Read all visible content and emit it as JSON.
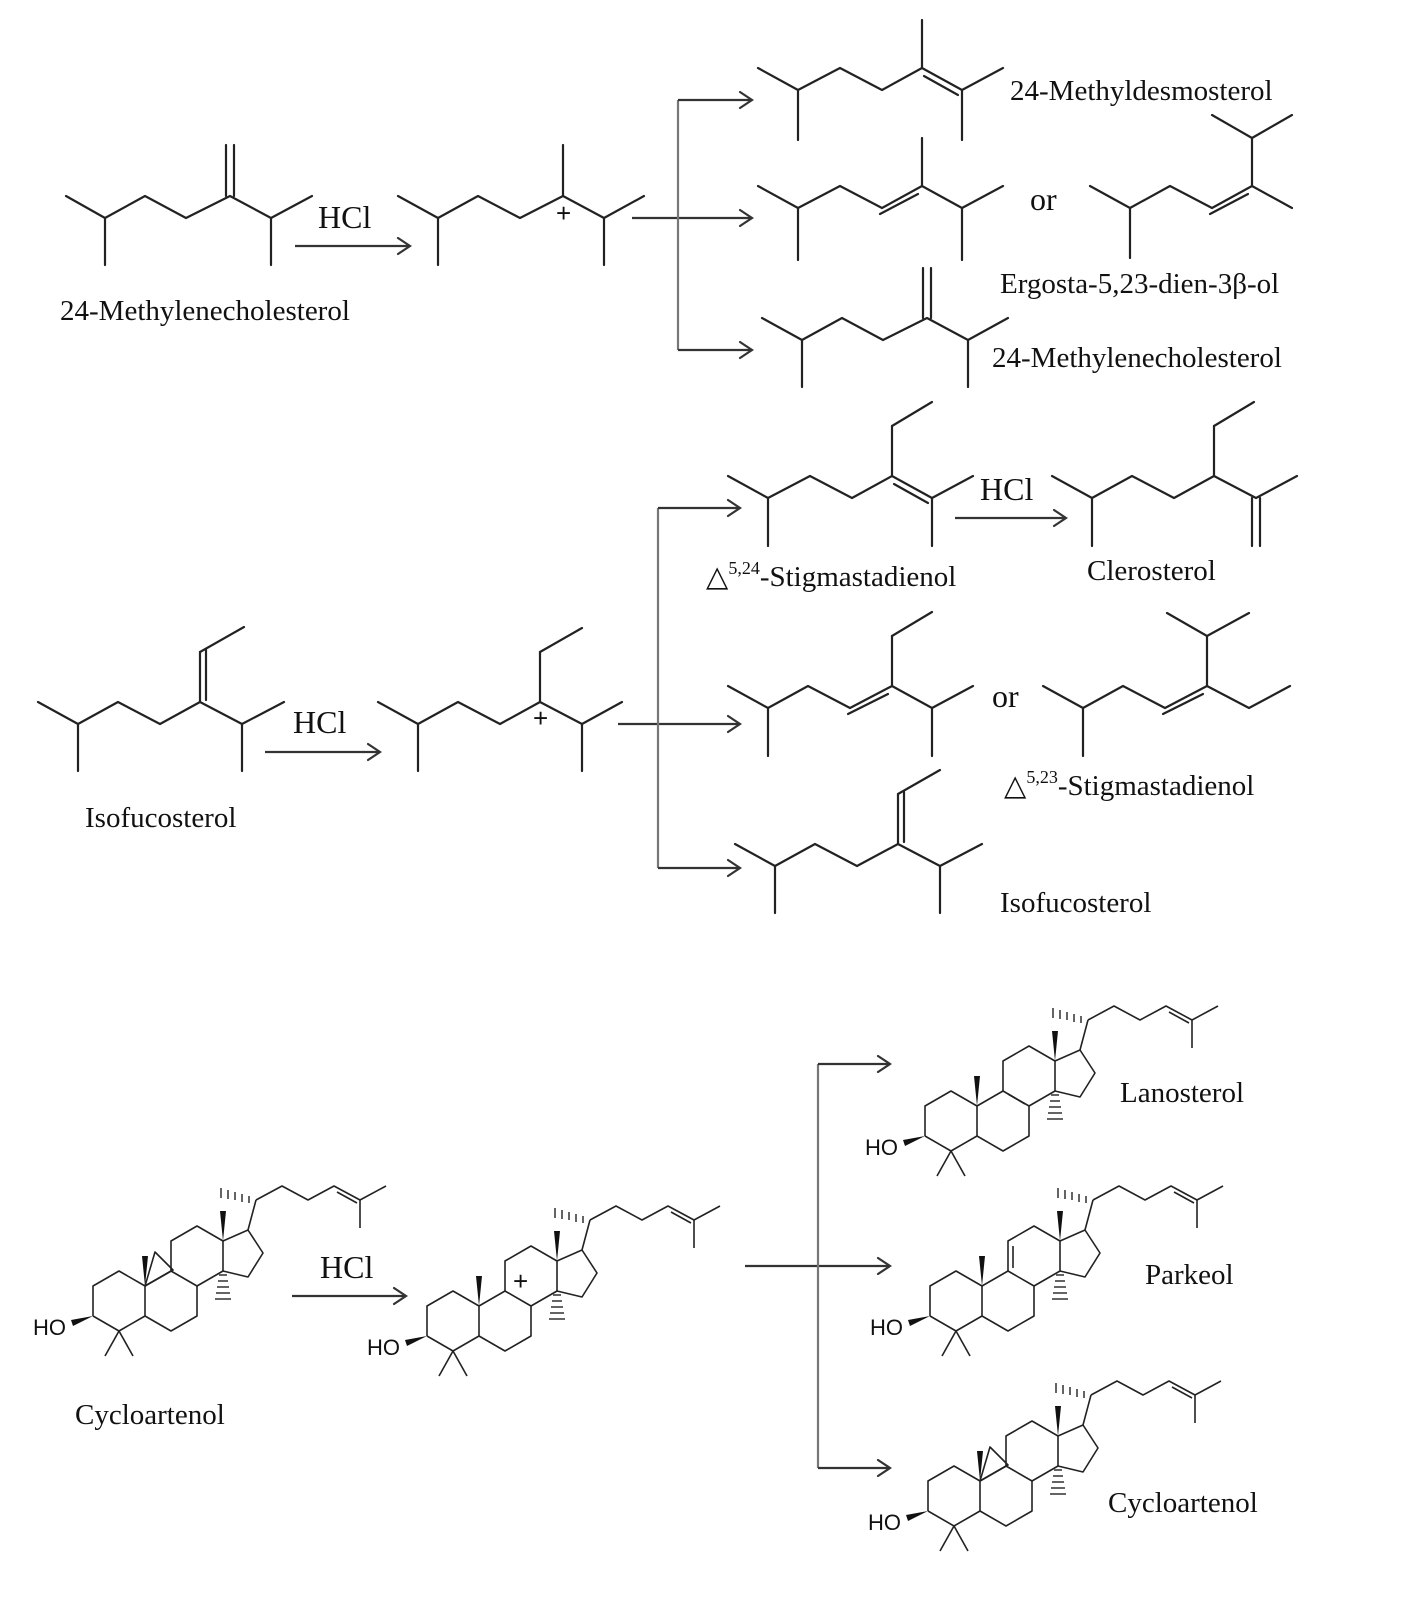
{
  "reagent": "HCl",
  "conjunction": "or",
  "delta": "△",
  "hydroxyl": "HO",
  "cation": "+",
  "scheme1": {
    "substrate": "24-Methylenecholesterol",
    "products": [
      "24-Methyldesmosterol",
      "Ergosta-5,23-dien-3β-ol",
      "24-Methylenecholesterol"
    ]
  },
  "scheme2": {
    "substrate": "Isofucosterol",
    "product_a_sup": "5,24",
    "product_a_rest": "-Stigmastadienol",
    "product_a_next": "Clerosterol",
    "product_b_sup": "5,23",
    "product_b_rest": "-Stigmastadienol",
    "product_c": "Isofucosterol"
  },
  "scheme3": {
    "substrate": "Cycloartenol",
    "products": [
      "Lanosterol",
      "Parkeol",
      "Cycloartenol"
    ]
  }
}
